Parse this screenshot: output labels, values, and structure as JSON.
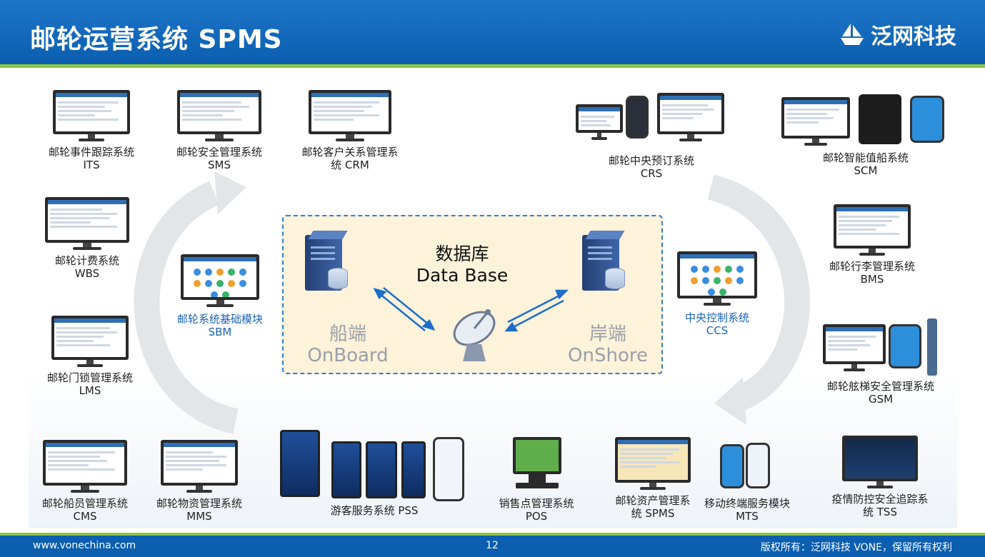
{
  "slide": {
    "title": "邮轮运营系统 SPMS",
    "logo_text": "泛网科技",
    "footer_url": "www.vonechina.com",
    "page_number": "12",
    "copyright": "版权所有：泛网科技 VONE，保留所有权利"
  },
  "center": {
    "db_cn": "数据库",
    "db_en": "Data Base",
    "onboard_cn": "船端",
    "onboard_en": "OnBoard",
    "onshore_cn": "岸端",
    "onshore_en": "OnShore"
  },
  "systems": {
    "its": {
      "line1": "邮轮事件跟踪系统",
      "line2": "ITS"
    },
    "sms": {
      "line1": "邮轮安全管理系统",
      "line2": "SMS"
    },
    "crm": {
      "line1": "邮轮客户关系管理系",
      "line2": "统 CRM"
    },
    "crs": {
      "line1": "邮轮中央预订系统",
      "line2": "CRS"
    },
    "scm": {
      "line1": "邮轮智能值船系统",
      "line2": "SCM"
    },
    "wbs": {
      "line1": "邮轮计费系统",
      "line2": "WBS"
    },
    "sbm": {
      "line1": "邮轮系统基础模块",
      "line2": "SBM"
    },
    "ccs": {
      "line1": "中央控制系统",
      "line2": "CCS"
    },
    "bms": {
      "line1": "邮轮行李管理系统",
      "line2": "BMS"
    },
    "lms": {
      "line1": "邮轮门锁管理系统",
      "line2": "LMS"
    },
    "gsm": {
      "line1": "邮轮舷梯安全管理系统",
      "line2": "GSM"
    },
    "cms": {
      "line1": "邮轮船员管理系统",
      "line2": "CMS"
    },
    "mms": {
      "line1": "邮轮物资管理系统",
      "line2": "MMS"
    },
    "pss": {
      "line1": "游客服务系统 PSS"
    },
    "pos": {
      "line1": "销售点管理系统",
      "line2": "POS"
    },
    "spms": {
      "line1": "邮轮资产管理系",
      "line2": "统 SPMS"
    },
    "mts": {
      "line1": "移动终端服务模块",
      "line2": "MTS"
    },
    "tss": {
      "line1": "疫情防控安全追踪系",
      "line2": "统 TSS"
    }
  },
  "colors": {
    "header_blue": "#0b5eb0",
    "accent_green": "#8cc63f",
    "box_fill": "#fdf2da",
    "box_border": "#2e7fd2",
    "highlight_label": "#1a63b3"
  }
}
